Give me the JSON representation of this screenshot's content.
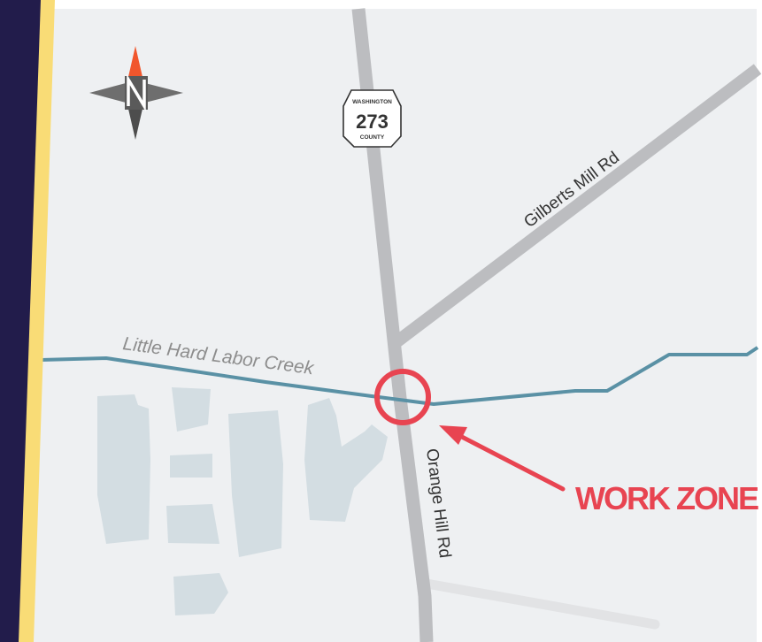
{
  "map": {
    "colors": {
      "background": "#eef0f2",
      "road": "#bcbdc0",
      "minor_road": "#e2e3e5",
      "creek": "#5a91a5",
      "water": "#d3dde2",
      "work_zone": "#e84451",
      "navy_band": "#221c4b",
      "yellow_band": "#f9dc76"
    },
    "compass": {
      "north_letter": "N"
    },
    "route_shield": {
      "top_text": "WASHINGTON",
      "number": "273",
      "bottom_text": "COUNTY"
    },
    "roads": {
      "gilberts_mill": "Gilberts Mill Rd",
      "orange_hill": "Orange Hill Rd"
    },
    "creek": {
      "name": "Little Hard Labor Creek"
    },
    "work_zone": {
      "label": "WORK ZONE"
    }
  }
}
